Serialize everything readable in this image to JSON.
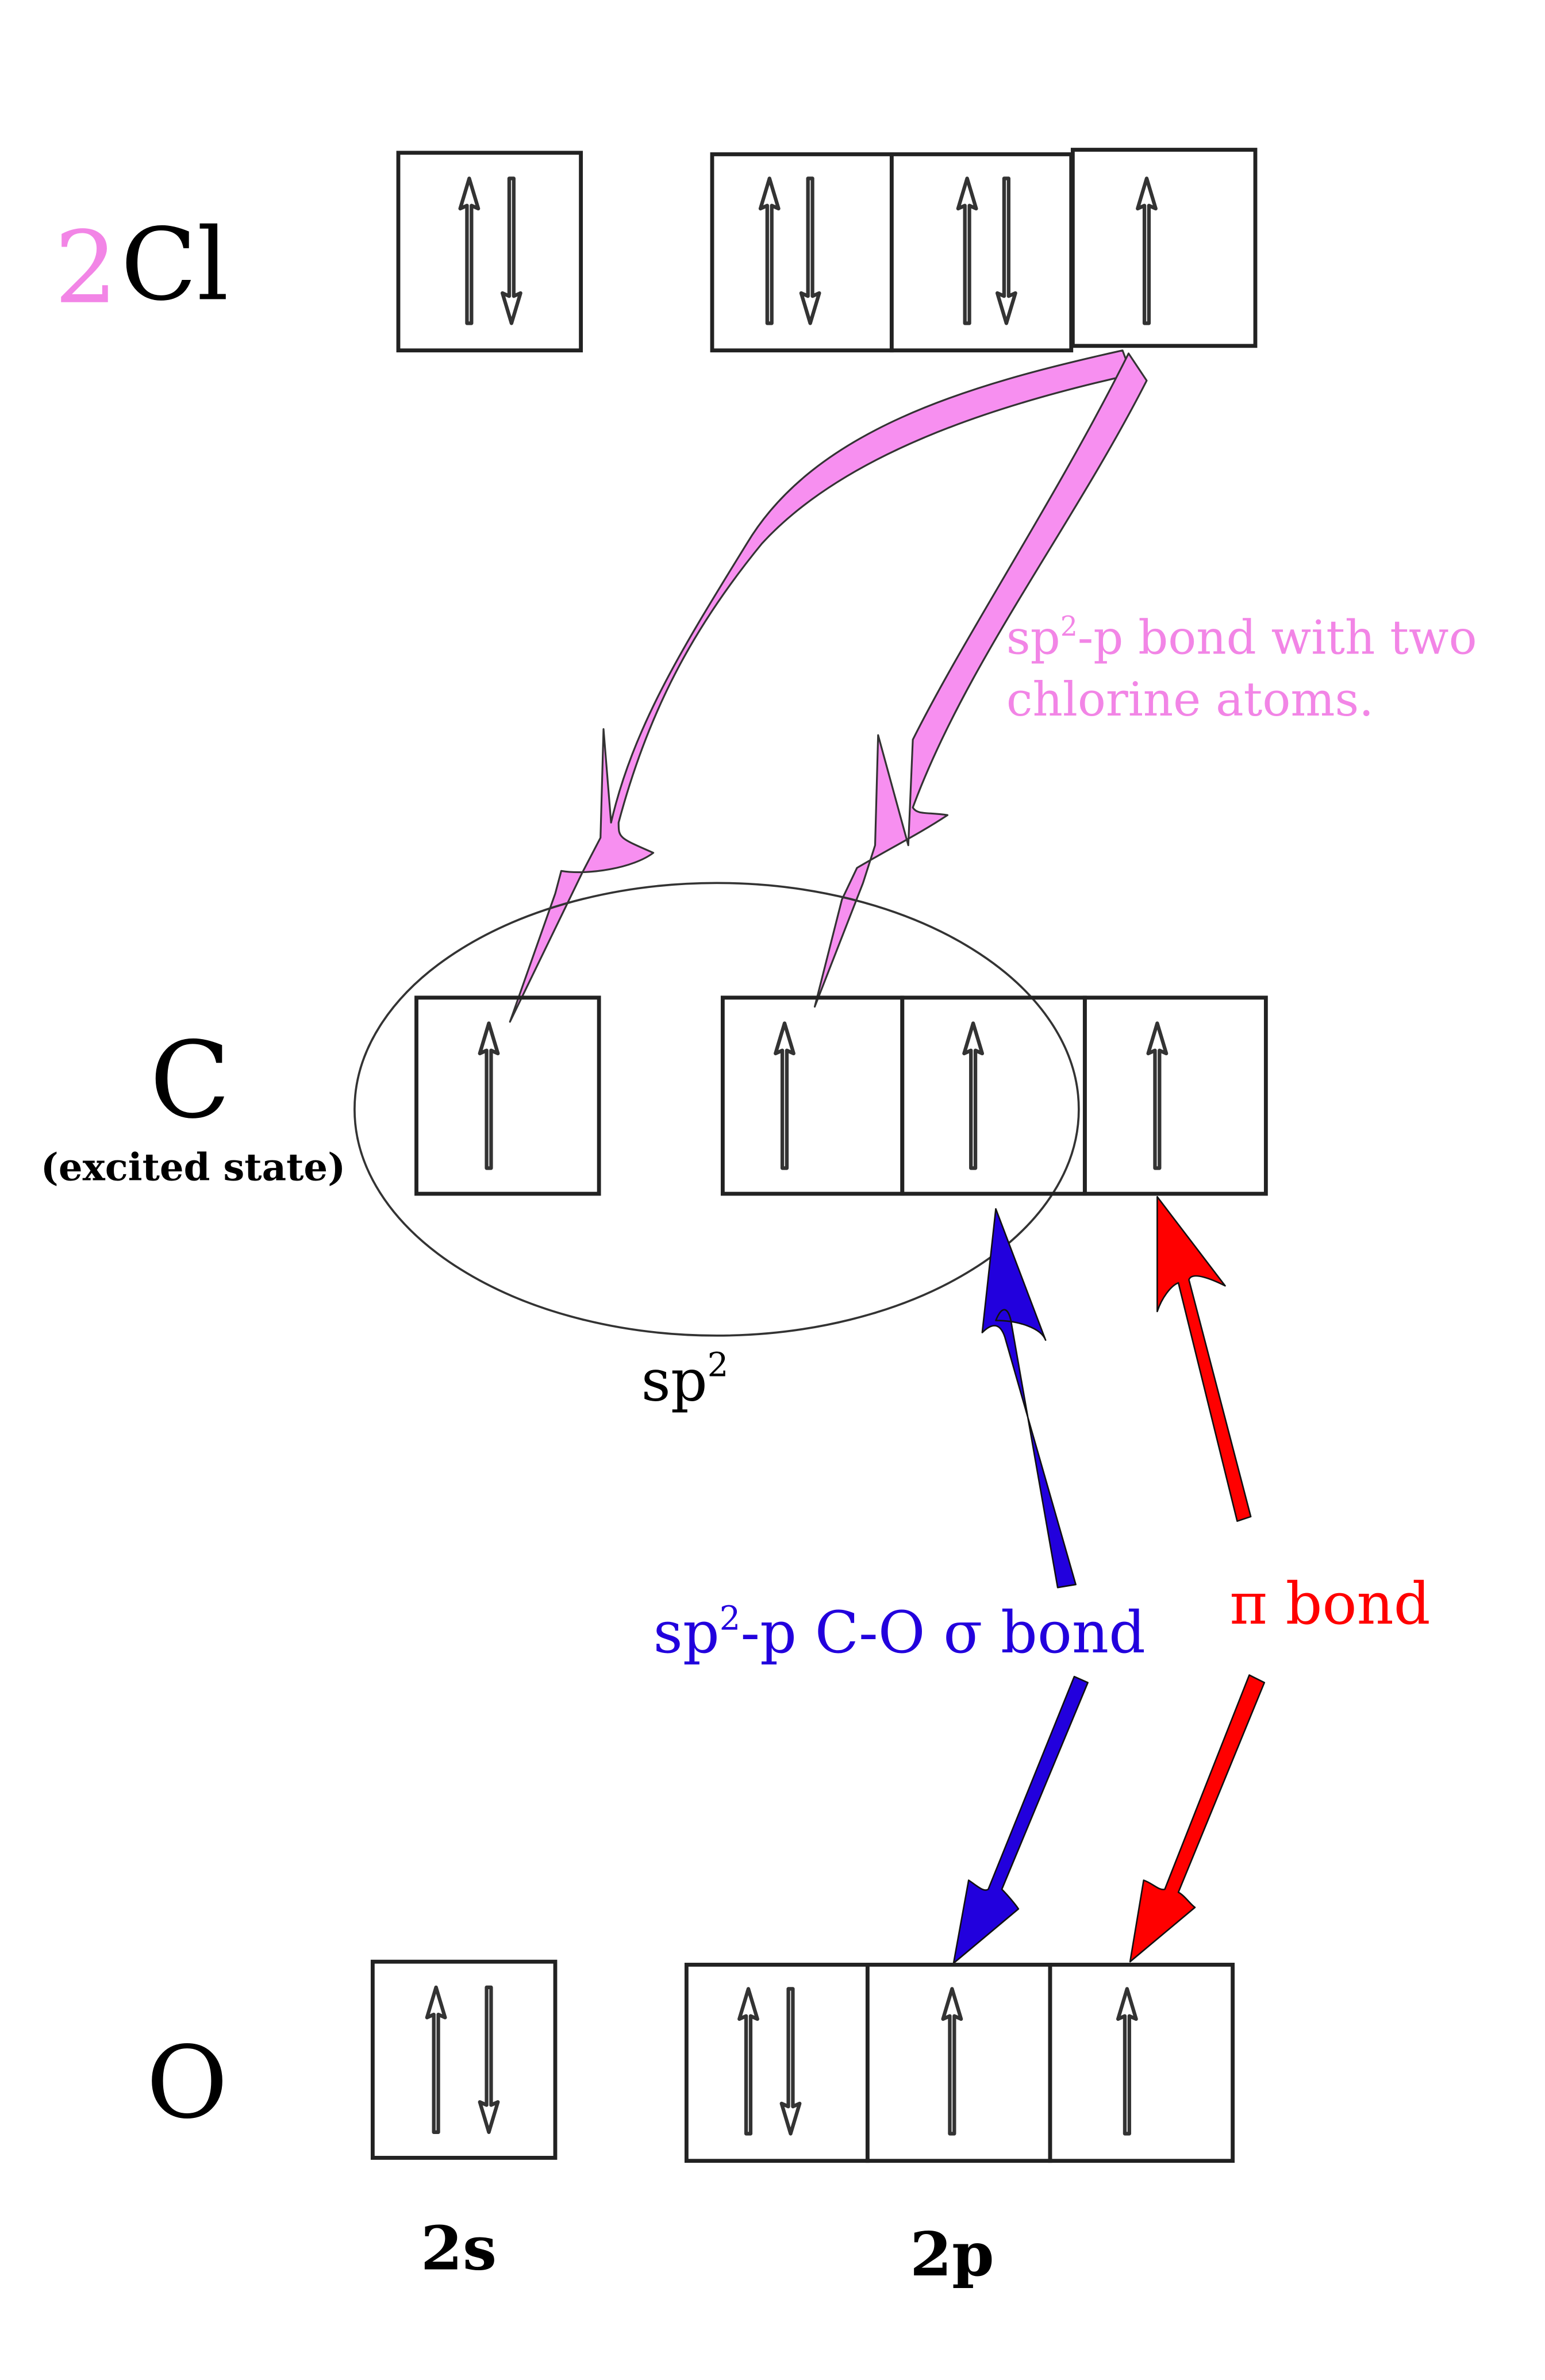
{
  "atoms": {
    "cl": {
      "coefficient": "2",
      "symbol": "Cl"
    },
    "c": {
      "symbol": "C",
      "state": "(excited state)"
    },
    "o": {
      "symbol": "O"
    }
  },
  "labels": {
    "sp2_prefix": "sp",
    "sp2_superscript": "2",
    "orbital_2s": "2s",
    "orbital_2p": "2p"
  },
  "annotations": {
    "cl_bond_line1_prefix": "sp",
    "cl_bond_line1_sup": "2",
    "cl_bond_line1_rest": "-p bond with two",
    "cl_bond_line2": "chlorine atoms.",
    "sigma_prefix": "sp",
    "sigma_sup": "2",
    "sigma_rest": "-p C-O σ bond",
    "pi_bond": "π bond"
  },
  "electron_configuration": {
    "cl": {
      "s": [
        "up",
        "down"
      ],
      "p": [
        [
          "up",
          "down"
        ],
        [
          "up",
          "down"
        ],
        [
          "up"
        ]
      ]
    },
    "c_excited": {
      "s": [
        "up"
      ],
      "p": [
        [
          "up"
        ],
        [
          "up"
        ],
        [
          "up"
        ]
      ]
    },
    "o": {
      "s": [
        "up",
        "down"
      ],
      "p": [
        [
          "up",
          "down"
        ],
        [
          "up"
        ],
        [
          "up"
        ]
      ]
    }
  },
  "colors": {
    "cl_bond": "#f78ff0",
    "cl_bond_text": "#f285e6",
    "sigma_bond": "#2200dd",
    "pi_bond": "#ff0000",
    "text": "#000000"
  }
}
